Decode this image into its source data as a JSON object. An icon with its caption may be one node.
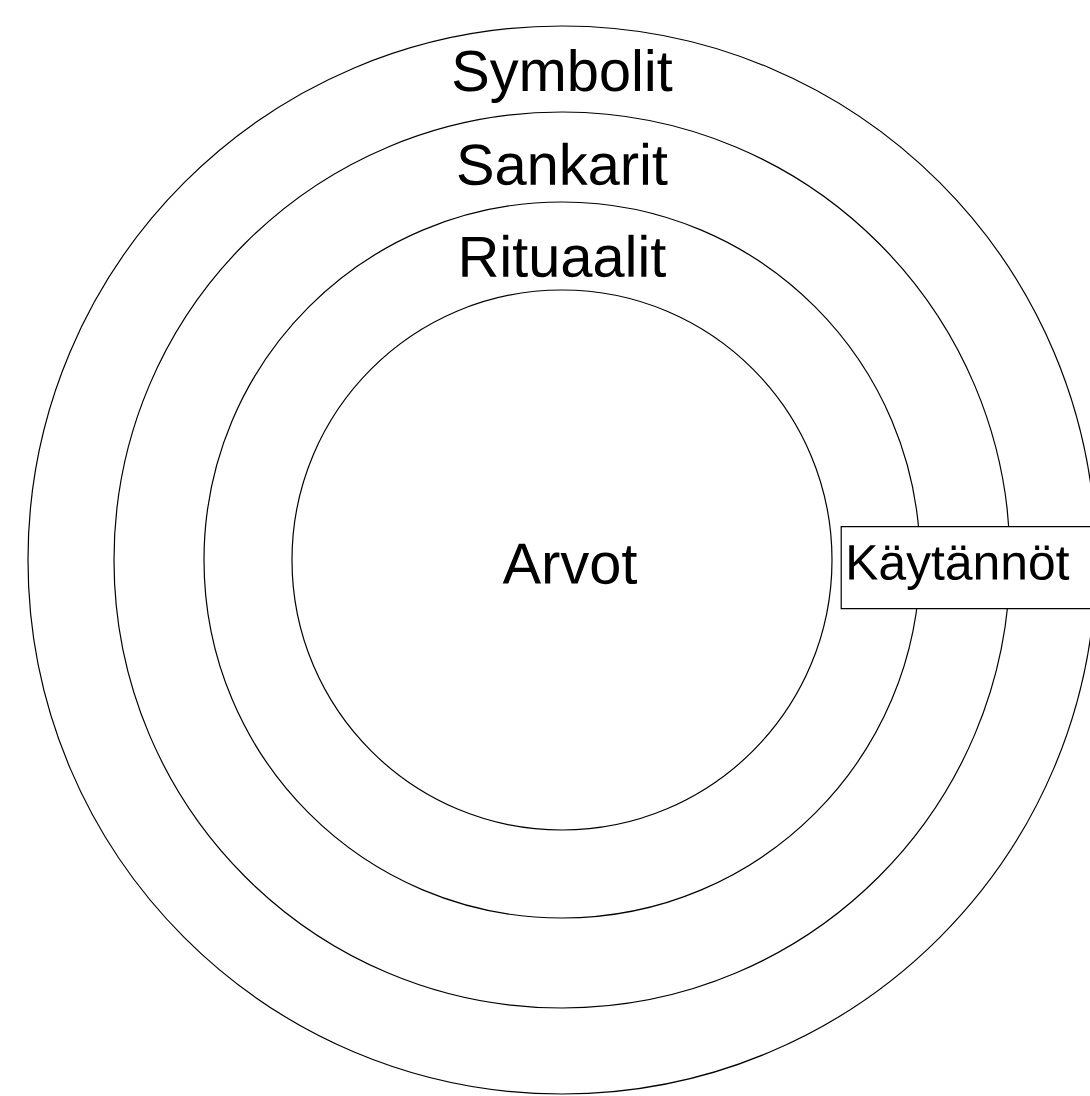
{
  "diagram": {
    "nodes": [
      {
        "text": [
          "Symbolit"
        ]
      },
      {
        "text": [
          "Sankarit"
        ],
        "in": 0
      },
      {
        "text": [
          "Rituaalit"
        ],
        "in": 1
      },
      {
        "text": [
          "Arvot"
        ],
        "in": 2
      },
      {
        "text": [
          "Käytännöt"
        ],
        "in": 0
      }
    ]
  }
}
